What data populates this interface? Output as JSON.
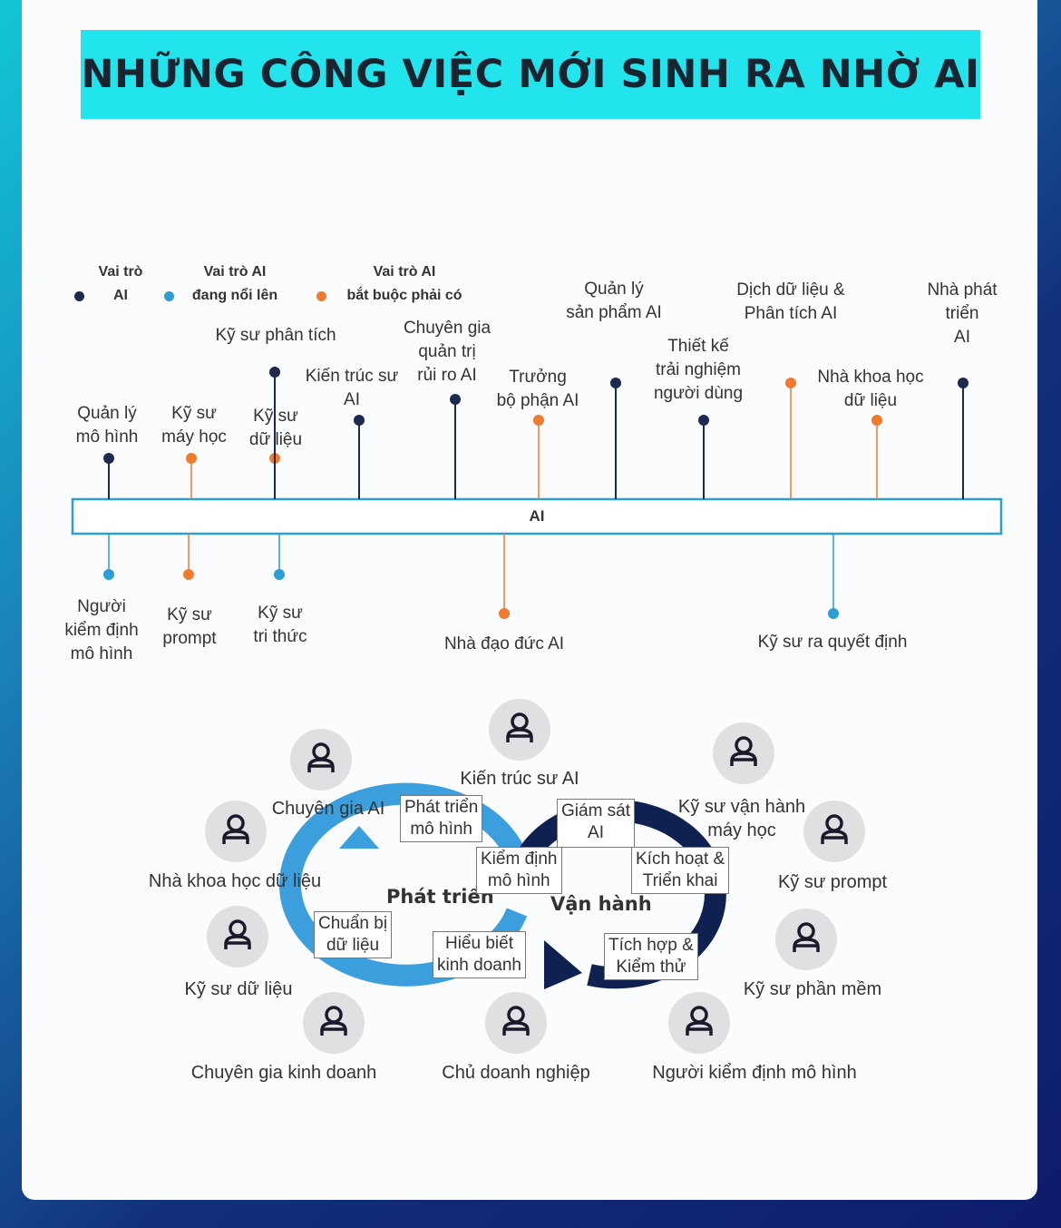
{
  "title": "NHỮNG CÔNG VIỆC MỚI SINH RA NHỜ AI",
  "colors": {
    "ai_role": "#1b2a4e",
    "emerging": "#2a9fd6",
    "required": "#f07a2e",
    "title_bg": "#22e4ec"
  },
  "legend": [
    {
      "label": "Vai trò\nAI",
      "kind": "ai_role"
    },
    {
      "label": "Vai trò AI\nđang nổi lên",
      "kind": "emerging"
    },
    {
      "label": "Vai trò AI\nbắt buộc phải có",
      "kind": "required"
    }
  ],
  "timeline": {
    "bar_label": "AI",
    "above": [
      {
        "label": "Quản lý\nmô hình",
        "kind": "ai_role"
      },
      {
        "label": "Kỹ sư\nmáy học",
        "kind": "required"
      },
      {
        "label": "Kỹ sư\ndữ liệu",
        "kind": "required"
      },
      {
        "label": "Kỹ sư phân tích",
        "kind": "ai_role"
      },
      {
        "label": "Kiến trúc sư\nAI",
        "kind": "ai_role"
      },
      {
        "label": "Chuyên gia\nquản trị\nrủi ro AI",
        "kind": "ai_role"
      },
      {
        "label": "Trưởng\nbộ phận AI",
        "kind": "required"
      },
      {
        "label": "Quản lý\nsản phẩm AI",
        "kind": "ai_role"
      },
      {
        "label": "Thiết kế\ntrải nghiệm\nngười dùng",
        "kind": "ai_role"
      },
      {
        "label": "Dịch dữ liệu &\nPhân tích AI",
        "kind": "required"
      },
      {
        "label": "Nhà khoa học\ndữ liệu",
        "kind": "required"
      },
      {
        "label": "Nhà phát triển\nAI",
        "kind": "ai_role"
      }
    ],
    "below": [
      {
        "label": "Người\nkiểm định\nmô hình",
        "kind": "emerging"
      },
      {
        "label": "Kỹ sư\nprompt",
        "kind": "required"
      },
      {
        "label": "Kỹ sư\ntri thức",
        "kind": "emerging"
      },
      {
        "label": "Nhà đạo đức AI",
        "kind": "required"
      },
      {
        "label": "Kỹ sư ra quyết định",
        "kind": "emerging"
      }
    ]
  },
  "cycle": {
    "phase_develop": "Phát triển",
    "phase_operate": "Vận hành",
    "steps": [
      "Phát triển\nmô hình",
      "Kiểm định\nmô hình",
      "Chuẩn bị\ndữ liệu",
      "Hiểu biết\nkinh doanh",
      "Giám sát\nAI",
      "Kích hoạt &\nTriển khai",
      "Tích hợp &\nKiểm thử"
    ]
  },
  "people": [
    "Kiến trúc sư AI",
    "Chuyên gia AI",
    "Nhà khoa học dữ liệu",
    "Kỹ sư dữ liệu",
    "Chuyên gia kinh doanh",
    "Chủ doanh nghiệp",
    "Kỹ sư vận hành\nmáy học",
    "Kỹ sư prompt",
    "Kỹ sư phần mềm",
    "Người kiểm định mô hình"
  ]
}
